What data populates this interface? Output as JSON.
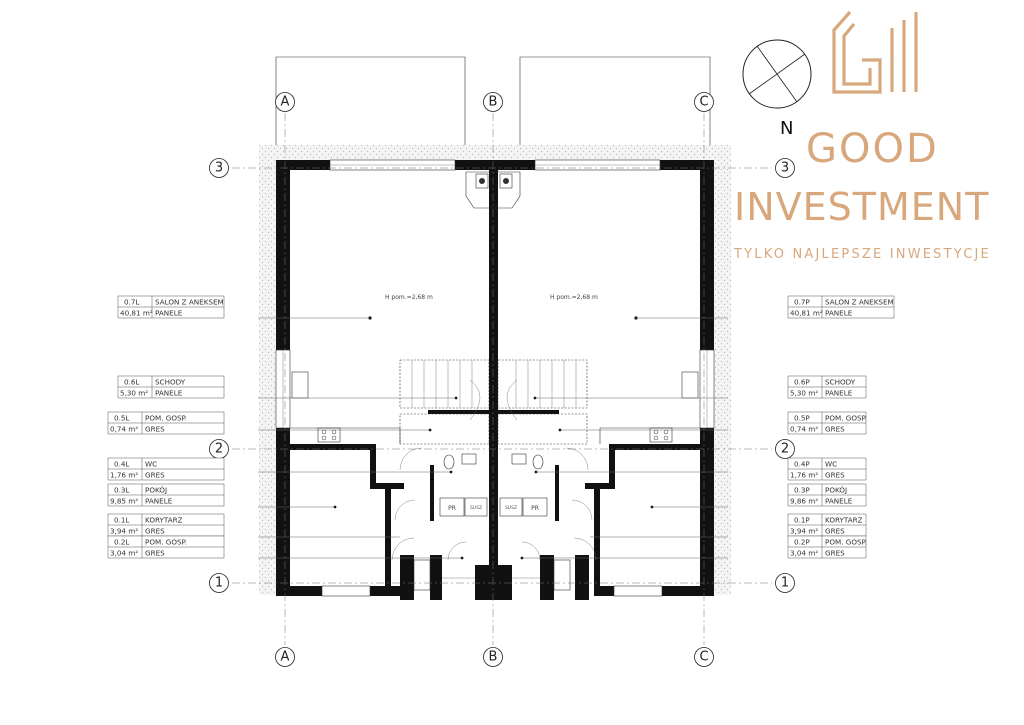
{
  "axes": {
    "letters": [
      "A",
      "B",
      "C"
    ],
    "numbers": [
      "3",
      "2",
      "1"
    ]
  },
  "height_label": {
    "left": "H pom.=2,68 m",
    "right": "H pom.=2,68 m"
  },
  "rooms_left": [
    {
      "id": "0.7L",
      "name": "SALON Z ANEKSEM",
      "area": "40,81 m²",
      "finish": "PANELE"
    },
    {
      "id": "0.6L",
      "name": "SCHODY",
      "area": "5,30 m²",
      "finish": "PANELE"
    },
    {
      "id": "0.5L",
      "name": "POM. GOSP.",
      "area": "0,74 m²",
      "finish": "GRES"
    },
    {
      "id": "0.4L",
      "name": "WC",
      "area": "1,76 m²",
      "finish": "GRES"
    },
    {
      "id": "0.3L",
      "name": "POKÓJ",
      "area": "9,85 m²",
      "finish": "PANELE"
    },
    {
      "id": "0.1L",
      "name": "KORYTARZ",
      "area": "3,94 m²",
      "finish": "GRES"
    },
    {
      "id": "0.2L",
      "name": "POM. GOSP.",
      "area": "3,04 m²",
      "finish": "GRES"
    }
  ],
  "rooms_right": [
    {
      "id": "0.7P",
      "name": "SALON Z ANEKSEM",
      "area": "40,81 m²",
      "finish": "PANELE"
    },
    {
      "id": "0.6P",
      "name": "SCHODY",
      "area": "5,30 m²",
      "finish": "PANELE"
    },
    {
      "id": "0.5P",
      "name": "POM. GOSP.",
      "area": "0,74 m²",
      "finish": "GRES"
    },
    {
      "id": "0.4P",
      "name": "WC",
      "area": "1,76 m²",
      "finish": "GRES"
    },
    {
      "id": "0.3P",
      "name": "POKÓJ",
      "area": "9,86 m²",
      "finish": "PANELE"
    },
    {
      "id": "0.1P",
      "name": "KORYTARZ",
      "area": "3,94 m²",
      "finish": "GRES"
    },
    {
      "id": "0.2P",
      "name": "POM. GOSP.",
      "area": "3,04 m²",
      "finish": "GRES"
    }
  ],
  "fixtures": {
    "pr": "PR",
    "susz": "SUSZ"
  },
  "compass": {
    "north": "N"
  },
  "brand": {
    "line1": "GOOD",
    "line2": "INVESTMENT",
    "tagline": "TYLKO NAJLEPSZE INWESTYCJE",
    "logo": "gi-monogram-logo",
    "color": "#d8a87c"
  }
}
